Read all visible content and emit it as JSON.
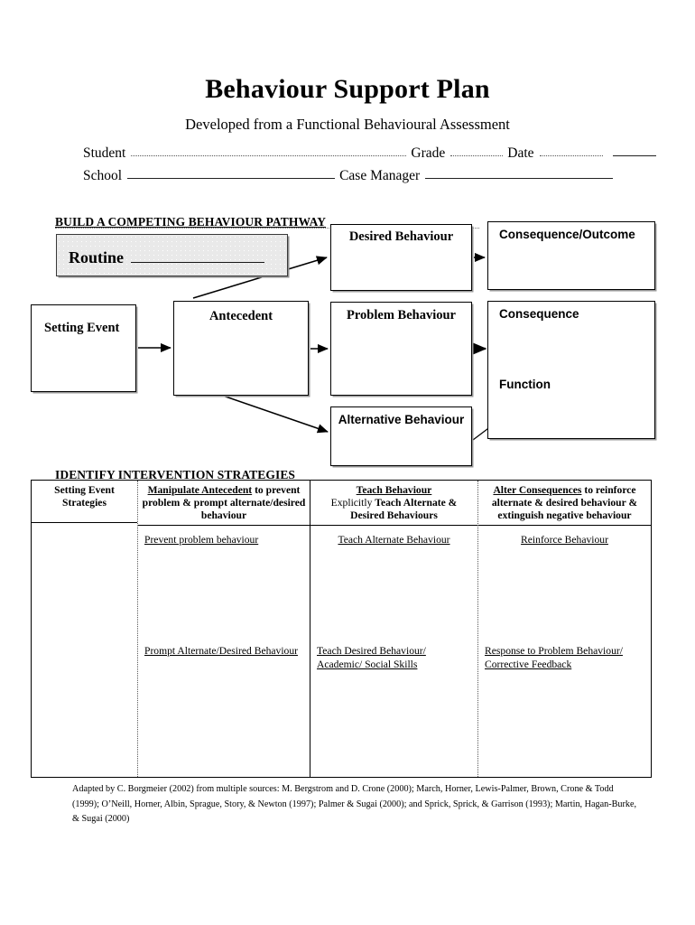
{
  "document": {
    "title": "Behaviour Support Plan",
    "subtitle": "Developed from a Functional Behavioural Assessment"
  },
  "form": {
    "student_label": "Student",
    "grade_label": "Grade",
    "date_label": "Date",
    "school_label": "School",
    "case_manager_label": "Case Manager"
  },
  "sections": {
    "pathway_heading": "BUILD A COMPETING BEHAVIOUR PATHWAY",
    "strategies_heading": "IDENTIFY INTERVENTION STRATEGIES"
  },
  "diagram": {
    "routine_label": "Routine",
    "setting_event": "Setting Event",
    "antecedent": "Antecedent",
    "desired_behaviour": "Desired Behaviour",
    "problem_behaviour": "Problem Behaviour",
    "alternative_behaviour": "Alternative Behaviour",
    "consequence_outcome": "Consequence/Outcome",
    "consequence": "Consequence",
    "function": "Function"
  },
  "table": {
    "headers": {
      "col1": "Setting Event Strategies",
      "col2": {
        "emphasis": "Manipulate Antecedent",
        "rest": " to prevent problem & prompt alternate/desired behaviour"
      },
      "col3": {
        "emphasis": "Teach Behaviour",
        "regular": "Explicitly ",
        "rest": "Teach Alternate  & Desired Behaviours"
      },
      "col4": {
        "emphasis": "Alter Consequences",
        "rest": " to reinforce alternate & desired behaviour & extinguish negative behaviour"
      }
    },
    "cells": {
      "col2_top": "Prevent problem behaviour",
      "col2_mid": "Prompt Alternate/Desired Behaviour",
      "col3_top": "Teach Alternate Behaviour",
      "col3_mid": "Teach Desired Behaviour/\nAcademic/ Social Skills",
      "col4_top": "Reinforce Behaviour",
      "col4_mid": "Response to Problem Behaviour/\nCorrective Feedback"
    }
  },
  "footer": {
    "note": "Adapted by C. Borgmeier (2002) from multiple sources: M. Bergstrom and D. Crone (2000); March, Horner, Lewis-Palmer, Brown, Crone & Todd (1999); O’Neill, Horner, Albin, Sprague, Story, & Newton  (1997); Palmer & Sugai (2000); and Sprick, Sprick, & Garrison (1993); Martin, Hagan-Burke, & Sugai (2000)"
  }
}
